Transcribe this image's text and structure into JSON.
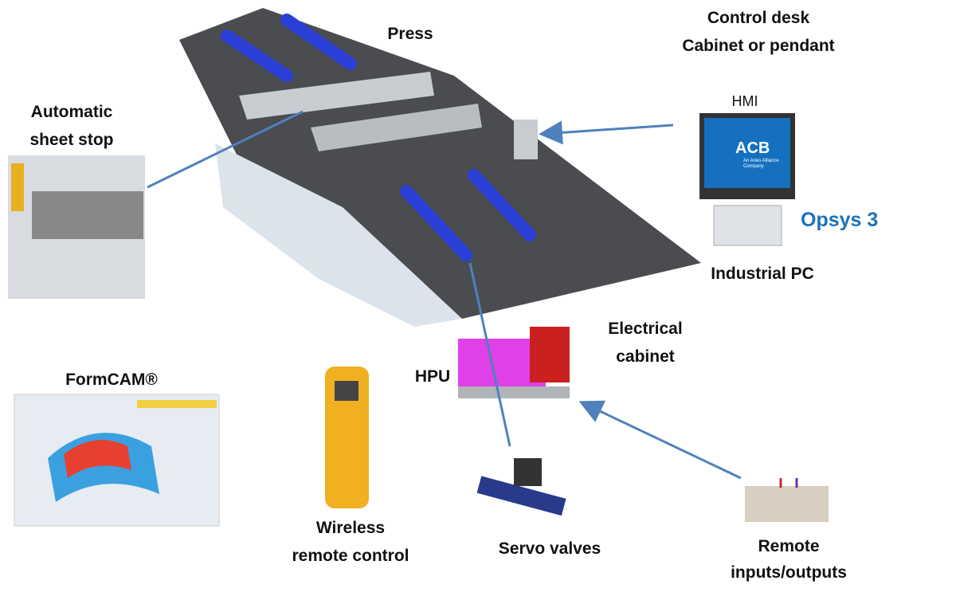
{
  "labels": {
    "press": "Press",
    "control_desk_1": "Control desk",
    "control_desk_2": "Cabinet or pendant",
    "sheet_stop_1": "Automatic",
    "sheet_stop_2": "sheet stop",
    "hmi": "HMI",
    "opsys": "Opsys 3",
    "industrial_pc": "Industrial PC",
    "electrical_cabinet_1": "Electrical",
    "electrical_cabinet_2": "cabinet",
    "hpu": "HPU",
    "formcam": "FormCAM®",
    "wireless_1": "Wireless",
    "wireless_2": "remote control",
    "servo_valves": "Servo valves",
    "remote_io_1": "Remote",
    "remote_io_2": "inputs/outputs"
  },
  "hmi_screen": {
    "logo": "ACB",
    "tagline_1": "An Aries Alliance",
    "tagline_2": "Company"
  },
  "colors": {
    "arrow": "#4f81bd",
    "opsys": "#1b72ba",
    "cylinder": "#2a3fd6",
    "hpu": "#e040e8",
    "cabinet": "#cc2020"
  }
}
